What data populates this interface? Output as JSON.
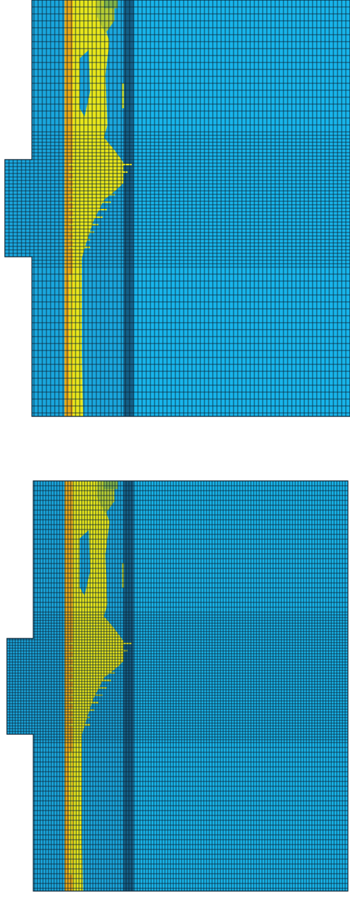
{
  "figure": {
    "panel_count": 2
  },
  "colors": {
    "background": "#ffffff",
    "mesh_line": "#0b2233",
    "base_field": "#1aa6dd",
    "field_light": "#18b4ea",
    "field_dark_band": "#145f86",
    "orange_band": "#e6a617",
    "yellow_band": "#e7e61b",
    "yellow_green": "#b5cc33",
    "green_patch": "#7fb24a"
  },
  "panels": [
    {
      "id": "top",
      "mesh_density": "coarse"
    },
    {
      "id": "bottom",
      "mesh_density": "fine"
    }
  ]
}
